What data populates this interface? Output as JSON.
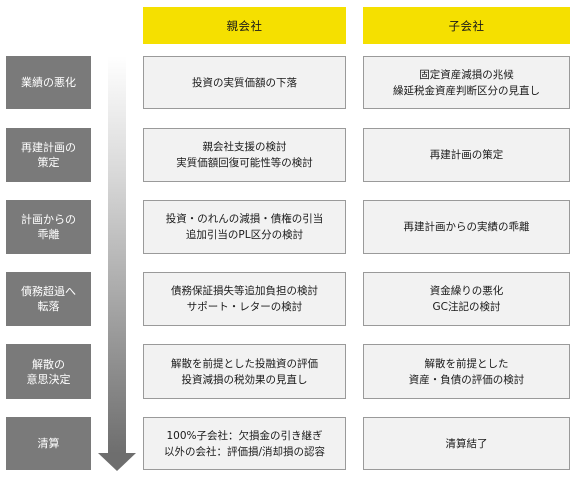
{
  "headers": {
    "parent": "親会社",
    "child": "子会社"
  },
  "rows": [
    {
      "stage": "業績の悪化",
      "parent": "投資の実質価額の下落",
      "child": "固定資産減損の兆候\n繰延税金資産判断区分の見直し"
    },
    {
      "stage": "再建計画の\n策定",
      "parent": "親会社支援の検討\n実質価額回復可能性等の検討",
      "child": "再建計画の策定"
    },
    {
      "stage": "計画からの\n乖離",
      "parent": "投資・のれんの減損・債権の引当\n追加引当のPL区分の検討",
      "child": "再建計画からの実績の乖離"
    },
    {
      "stage": "債務超過へ\n転落",
      "parent": "債務保証損失等追加負担の検討\nサポート・レターの検討",
      "child": "資金繰りの悪化\nGC注記の検討"
    },
    {
      "stage": "解散の\n意思決定",
      "parent": "解散を前提とした投融資の評価\n投資減損の税効果の見直し",
      "child": "解散を前提とした\n資産・負債の評価の検討"
    },
    {
      "stage": "清算",
      "parent": "100%子会社：欠損金の引き継ぎ\n以外の会社：評価損/消却損の認容",
      "child": "清算結了"
    }
  ]
}
